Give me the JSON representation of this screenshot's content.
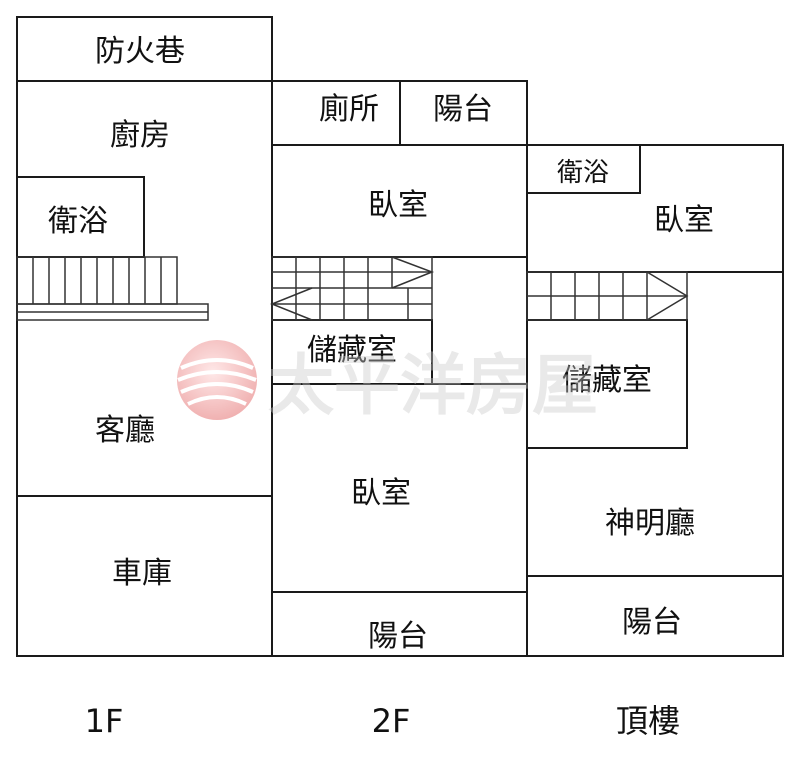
{
  "floors": [
    {
      "id": "1f",
      "label": "1F"
    },
    {
      "id": "2f",
      "label": "2F"
    },
    {
      "id": "roof",
      "label": "頂樓"
    }
  ],
  "rooms": {
    "fire_lane": "防火巷",
    "kitchen": "廚房",
    "bath_1f": "衛浴",
    "living_room": "客廳",
    "garage": "車庫",
    "toilet_2f": "廁所",
    "balcony_2f_top": "陽台",
    "bedroom_2f_a": "臥室",
    "storage_2f": "儲藏室",
    "bedroom_2f_b": "臥室",
    "balcony_2f_bottom": "陽台",
    "bath_roof": "衛浴",
    "bedroom_roof": "臥室",
    "storage_roof": "儲藏室",
    "shrine_hall": "神明廳",
    "balcony_roof": "陽台"
  },
  "watermark": {
    "text": "太平洋房屋",
    "logo": "pacific-realty-logo"
  }
}
